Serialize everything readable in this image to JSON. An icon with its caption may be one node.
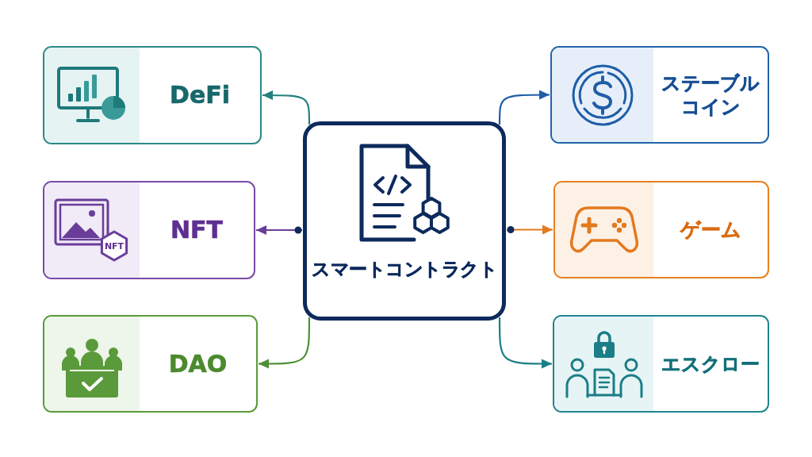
{
  "diagram": {
    "nodes": [
      {
        "text": [
          "スマートコントラクト"
        ]
      },
      {
        "text": [
          "DeFi"
        ]
      },
      {
        "text": [
          "NFT",
          "NFT"
        ]
      },
      {
        "text": [
          "DAO"
        ]
      },
      {
        "text": [
          "ステーブルコイン"
        ]
      },
      {
        "text": [
          "ゲーム"
        ]
      },
      {
        "text": [
          "エスクロー"
        ]
      }
    ],
    "edges": [
      {
        "from": 0,
        "to": 1,
        "arrow": "to",
        "color": "#23807f"
      },
      {
        "from": 0,
        "to": 2,
        "arrow": "to",
        "color": "#6a3d9a"
      },
      {
        "from": 0,
        "to": 3,
        "arrow": "to",
        "color": "#4f8f35"
      },
      {
        "from": 0,
        "to": 4,
        "arrow": "to",
        "color": "#1f5ea8"
      },
      {
        "from": 0,
        "to": 5,
        "arrow": "to",
        "color": "#e27a1f"
      },
      {
        "from": 0,
        "to": 6,
        "arrow": "to",
        "color": "#1b7d86"
      }
    ]
  }
}
